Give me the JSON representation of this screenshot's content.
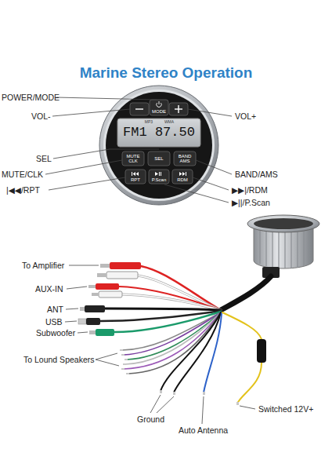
{
  "diagram": {
    "title": "Marine Stereo Operation",
    "labels": [
      "POWER/MODE",
      "VOL-",
      "VOL+",
      "MODE",
      "MP3",
      "WMA",
      "FM1 87.50",
      "SEL",
      "MUTE CLK",
      "SEL",
      "BAND AMS",
      "MUTE/CLK",
      "BAND/AMS",
      "RPT",
      "P.Scan",
      "RDM",
      "|◀◀/RPT",
      "▶▶|/RDM",
      "▶||/P.Scan",
      "To Amplifier",
      "AUX-IN",
      "ANT",
      "USB",
      "Subwoofer",
      "To Lound Speakers",
      "Switched 12V+",
      "Ground",
      "Auto Antenna"
    ]
  }
}
